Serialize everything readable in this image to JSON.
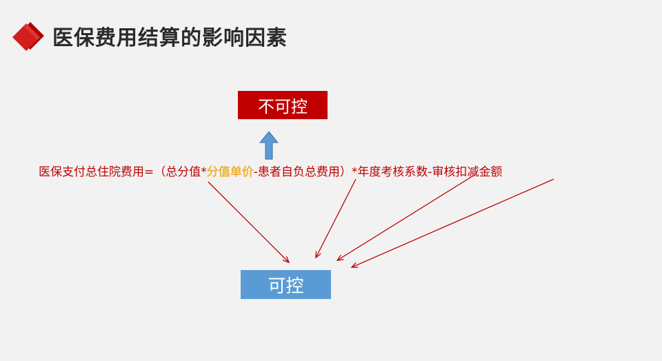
{
  "title": "医保费用结算的影响因素",
  "boxes": {
    "uncontrollable": "不可控",
    "controllable": "可控"
  },
  "formula": {
    "part1": "医保支付总住院费用=（总分值*",
    "highlight": "分值单价",
    "part2": "-患者自负总费用）*年度考核系数-审核扣减金额"
  },
  "colors": {
    "accent_red": "#c00000",
    "accent_blue": "#5b9bd5",
    "highlight_orange": "#f0b33a"
  },
  "icons": [
    "diamond-icon",
    "up-arrow-icon"
  ]
}
